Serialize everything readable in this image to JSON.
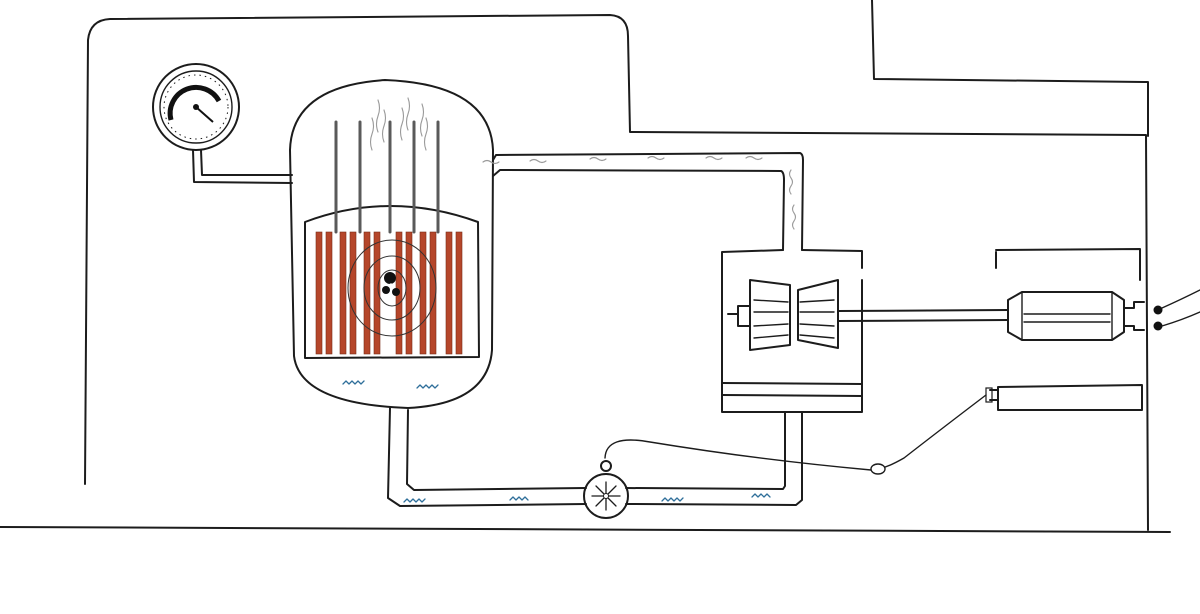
{
  "diagram": {
    "type": "nuclear-power-plant-schematic",
    "colors": {
      "ink": "#1c1c1c",
      "fuel_rod": "#b5462a",
      "control_rod": "#5a5a5a",
      "water": "#2f6f9a",
      "steam": "#9a9a9a"
    },
    "components": [
      {
        "id": "pressure-gauge",
        "icon": "gauge-icon"
      },
      {
        "id": "reactor-vessel",
        "icon": "reactor-icon"
      },
      {
        "id": "fuel-rods",
        "icon": "fuel-rod-icon"
      },
      {
        "id": "control-rods",
        "icon": "control-rod-icon"
      },
      {
        "id": "radiation-symbol",
        "icon": "radiation-icon"
      },
      {
        "id": "steam-turbine",
        "icon": "turbine-icon"
      },
      {
        "id": "condenser",
        "icon": "condenser-icon"
      },
      {
        "id": "generator",
        "icon": "generator-icon"
      },
      {
        "id": "coolant-pump",
        "icon": "pump-icon"
      },
      {
        "id": "power-output-terminals",
        "icon": "plug-icon"
      }
    ]
  }
}
